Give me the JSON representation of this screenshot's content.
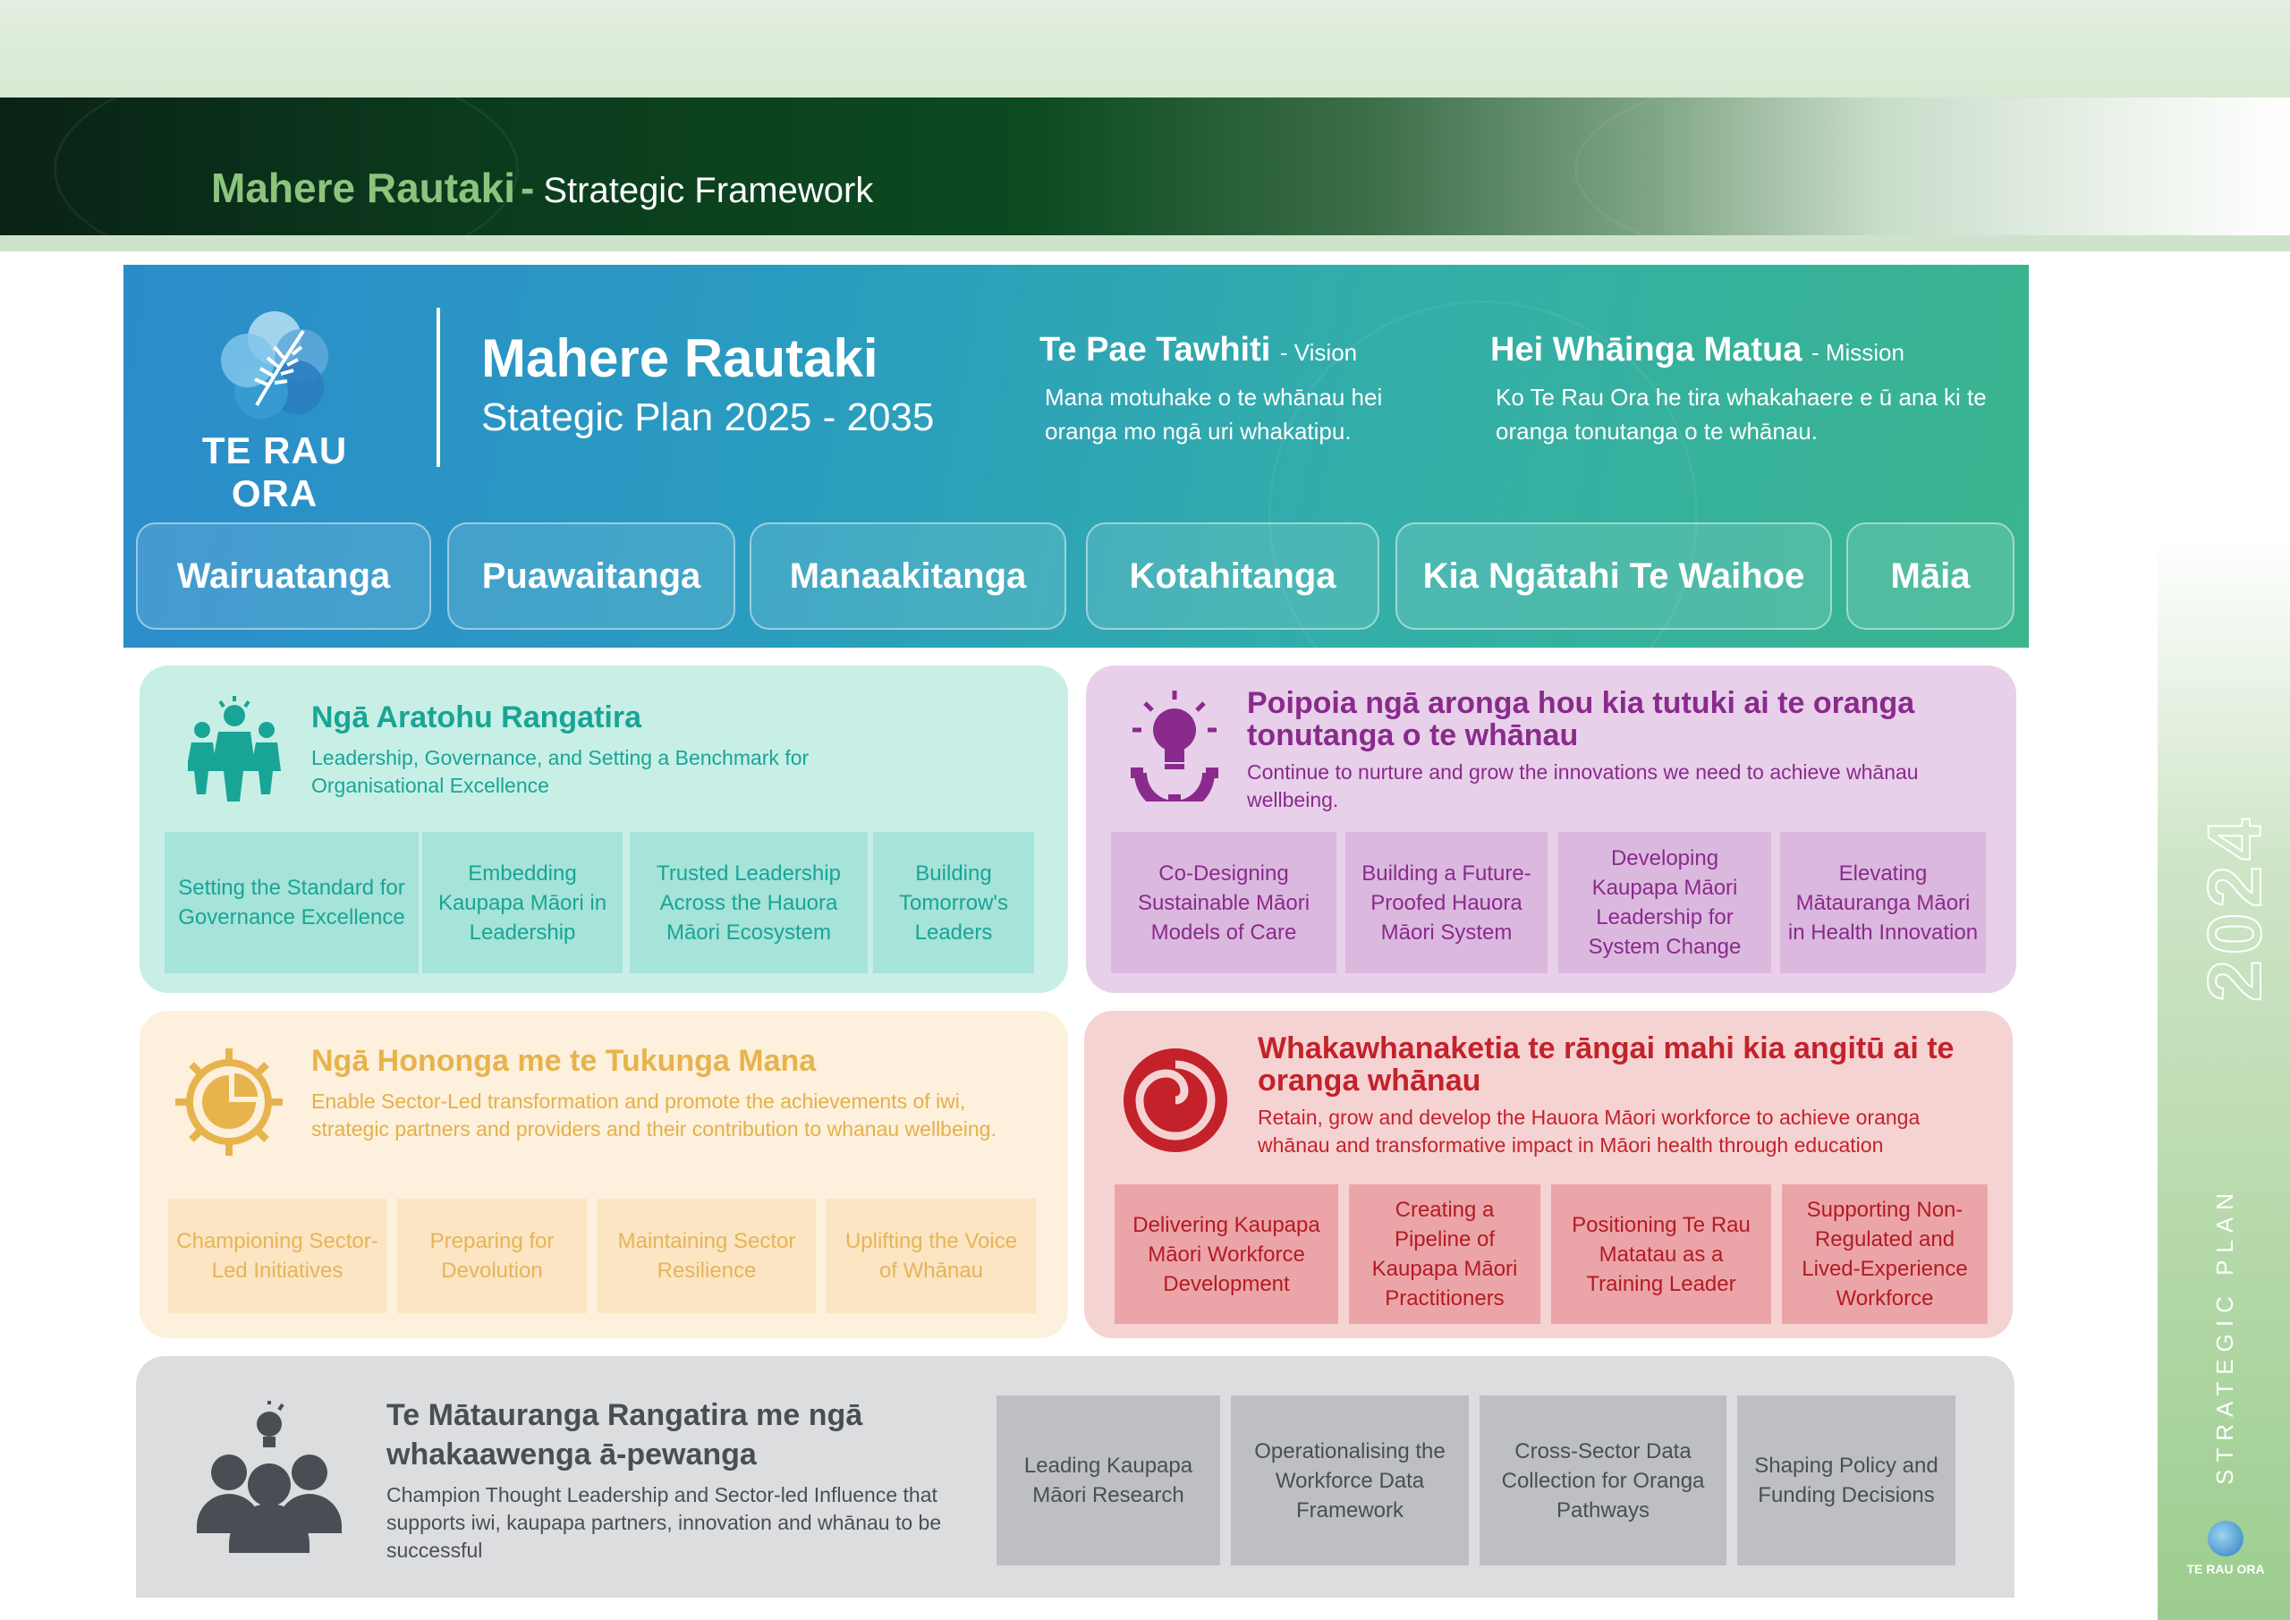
{
  "header": {
    "title": "Mahere Rautaki",
    "separator": "-",
    "subtitle": "Strategic Framework"
  },
  "hero": {
    "logo_text": "TE RAU ORA",
    "title": "Mahere Rautaki",
    "subtitle": "Stategic Plan 2025 - 2035",
    "vision": {
      "heading": "Te Pae Tawhiti",
      "tag": "- Vision",
      "text": "Mana motuhake o te whānau hei oranga mo ngā uri whakatipu."
    },
    "mission": {
      "heading": "Hei Whāinga Matua",
      "tag": "- Mission",
      "text": "Ko Te Rau Ora he tira whakahaere e ū ana ki te oranga tonutanga o te whānau."
    },
    "values": [
      "Wairuatanga",
      "Puawaitanga",
      "Manaakitanga",
      "Kotahitanga",
      "Kia Ngātahi Te Waihoe",
      "Māia"
    ]
  },
  "cards": {
    "leadership": {
      "icon": "people-leadership-icon",
      "title": "Ngā Aratohu Rangatira",
      "description": "Leadership, Governance, and Setting a Benchmark for Organisational Excellence",
      "tiles": [
        "Setting the Standard for Governance Excellence",
        "Embedding Kaupapa Māori in Leadership",
        "Trusted Leadership Across the Hauora Māori Ecosystem",
        "Building Tomorrow's Leaders"
      ]
    },
    "innovation": {
      "icon": "lightbulb-gear-icon",
      "title": "Poipoia ngā aronga hou kia tutuki ai te oranga tonutanga o te whānau",
      "description": "Continue to nurture and grow the innovations we need to achieve whānau wellbeing.",
      "tiles": [
        "Co-Designing Sustainable Māori Models of Care",
        "Building a Future-Proofed Hauora Māori System",
        "Developing Kaupapa Māori Leadership for System Change",
        "Elevating Mātauranga Māori in Health Innovation"
      ]
    },
    "sector": {
      "icon": "gear-chart-icon",
      "title": "Ngā Hononga me te Tukunga Mana",
      "description": "Enable Sector-Led transformation and promote the achievements of iwi, strategic partners and providers and their contribution to whanau wellbeing.",
      "tiles": [
        "Championing Sector-Led Initiatives",
        "Preparing for Devolution",
        "Maintaining Sector Resilience",
        "Uplifting the Voice of Whānau"
      ]
    },
    "workforce": {
      "icon": "koru-spiral-icon",
      "title": "Whakawhanaketia te rāngai mahi kia angitū ai te oranga whānau",
      "description": "Retain, grow and develop the Hauora Māori workforce to achieve oranga whānau and transformative impact in Māori health through education",
      "tiles": [
        "Delivering Kaupapa Māori Workforce Development",
        "Creating a Pipeline of Kaupapa Māori Practitioners",
        "Positioning Te Rau Matatau as a Training Leader",
        "Supporting Non-Regulated and Lived-Experience Workforce"
      ]
    },
    "knowledge": {
      "icon": "group-idea-icon",
      "title": "Te Mātauranga Rangatira me ngā whakaawenga ā-pewanga",
      "description": "Champion Thought Leadership and Sector-led Influence that supports iwi, kaupapa partners, innovation and whānau to be successful",
      "tiles": [
        "Leading Kaupapa Māori Research",
        "Operationalising the Workforce Data Framework",
        "Cross-Sector Data Collection for Oranga Pathways",
        "Shaping Policy and Funding Decisions"
      ]
    }
  },
  "side": {
    "year": "2024",
    "label": "STRATEGIC PLAN",
    "logo_text": "TE RAU ORA"
  },
  "colors": {
    "teal": "#18a596",
    "purple": "#8a2a8c",
    "yellow": "#e7b34c",
    "red": "#c3222b",
    "grey": "#4a4e54",
    "header_green": "#8cc47e"
  }
}
